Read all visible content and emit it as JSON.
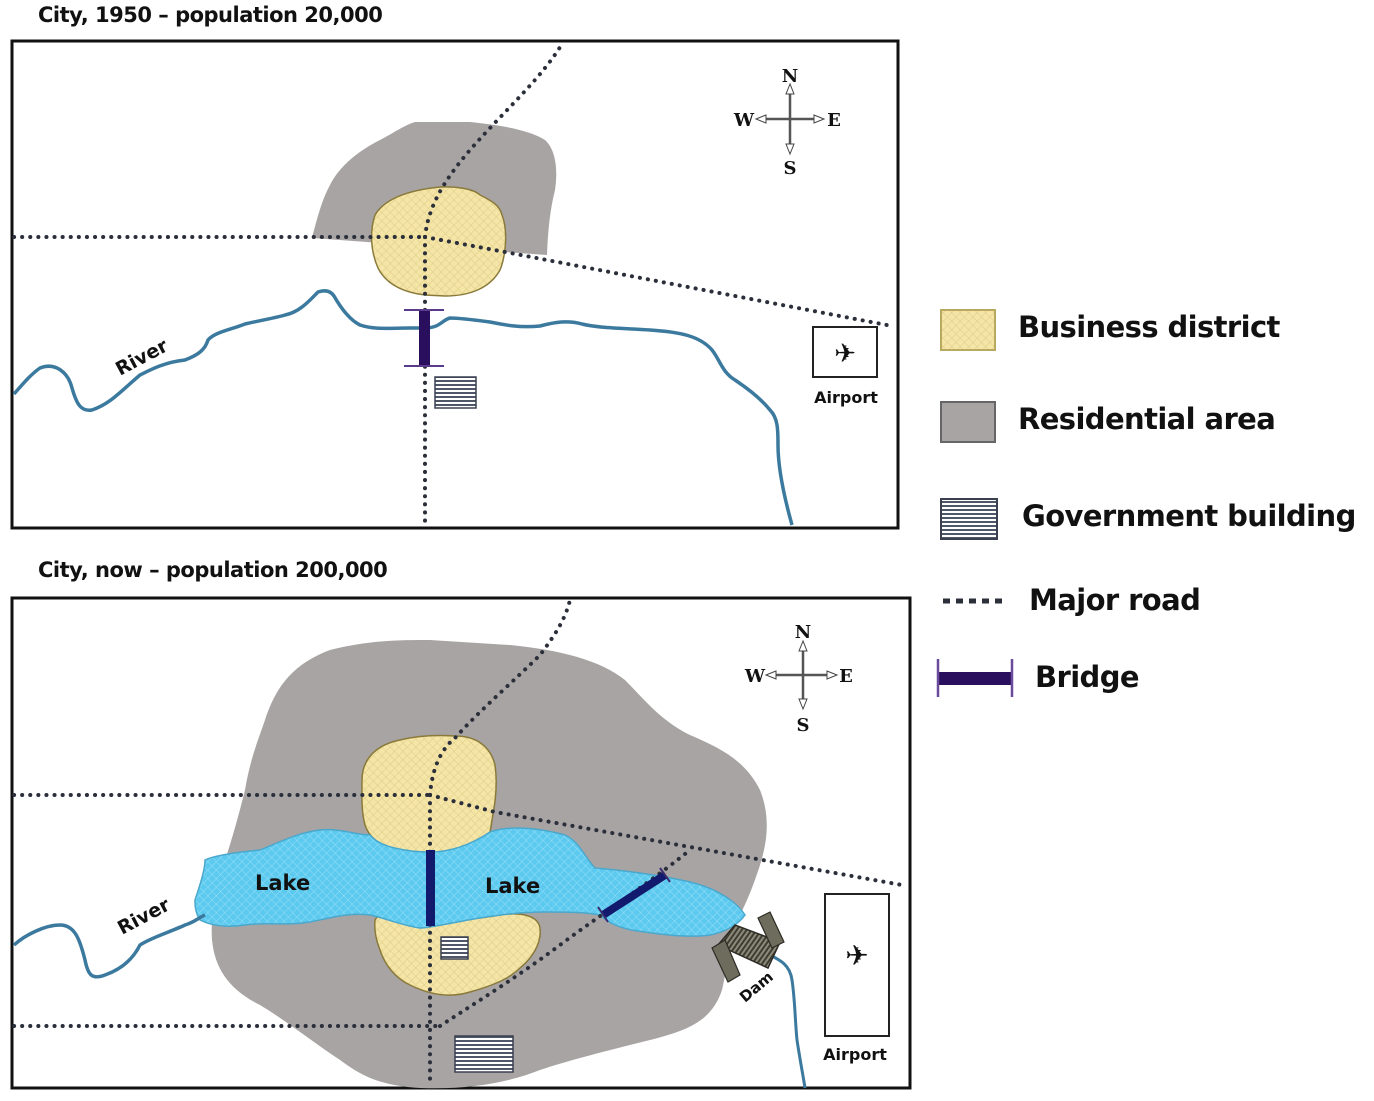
{
  "maps": [
    {
      "id": "1950",
      "title": "City, 1950 – population 20,000",
      "labels": {
        "river": "River",
        "airport": "Airport"
      },
      "compass": {
        "n": "N",
        "s": "S",
        "e": "E",
        "w": "W"
      },
      "features": [
        "business-district",
        "residential-area",
        "government-building",
        "major-roads",
        "bridge",
        "river",
        "airport"
      ]
    },
    {
      "id": "now",
      "title": "City, now – population 200,000",
      "labels": {
        "river": "River",
        "airport": "Airport",
        "lake_west": "Lake",
        "lake_east": "Lake",
        "dam": "Dam"
      },
      "compass": {
        "n": "N",
        "s": "S",
        "e": "E",
        "w": "W"
      },
      "features": [
        "business-district",
        "residential-area",
        "government-building",
        "government-building",
        "major-roads",
        "bridge",
        "bridge",
        "lake",
        "dam",
        "river",
        "airport"
      ]
    }
  ],
  "legend": {
    "items": [
      {
        "key": "business",
        "label": "Business district",
        "color": "#f5e6a8"
      },
      {
        "key": "residential",
        "label": "Residential area",
        "color": "#a9a4a4"
      },
      {
        "key": "government",
        "label": "Government building",
        "color": "#5a6274"
      },
      {
        "key": "road",
        "label": "Major road",
        "color": "#2b2f3a"
      },
      {
        "key": "bridge",
        "label": "Bridge",
        "color": "#2a0f5e"
      }
    ]
  },
  "colors": {
    "river": "#3b7a9e",
    "lake": "#5cc9ef",
    "residential": "#a9a4a4",
    "business": "#f5e6a8",
    "bridge": "#2a0f5e",
    "bridge_now": "#121a6e",
    "frame": "#111111"
  }
}
